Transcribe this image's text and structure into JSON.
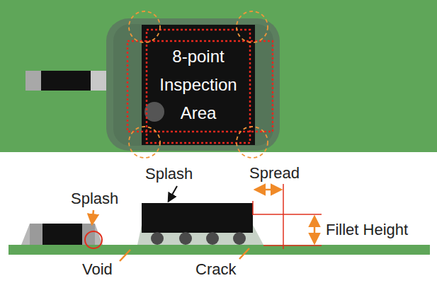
{
  "diagram": {
    "nodes": [
      {
        "text": [
          "8-point Inspection Area"
        ]
      }
    ],
    "labels": [
      "Splash",
      "Spread",
      "Splash",
      "Fillet Height",
      "Void",
      "Crack"
    ]
  }
}
